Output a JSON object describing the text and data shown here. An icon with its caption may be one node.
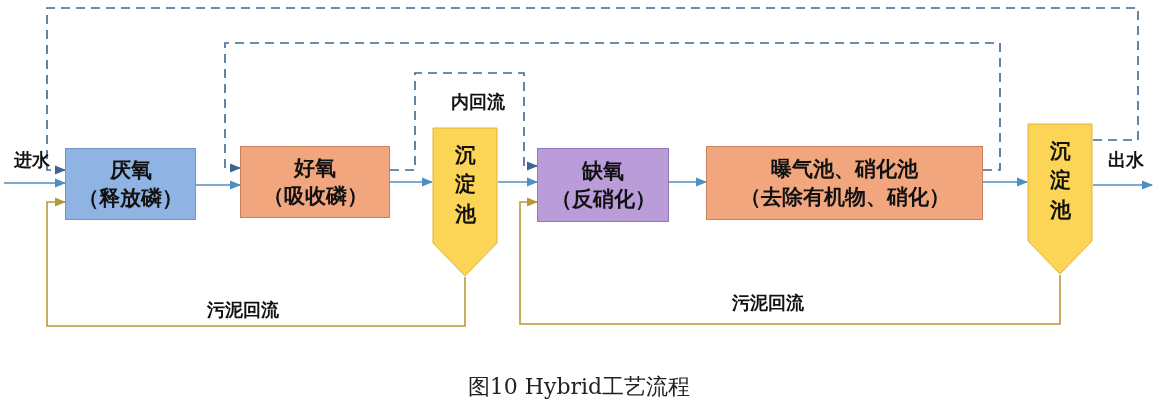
{
  "diagram": {
    "caption": "图10 Hybrid工艺流程",
    "nodes": [
      {
        "text": [
          "进水"
        ]
      },
      {
        "text": [
          "厌氧",
          "（释放磷）"
        ]
      },
      {
        "text": [
          "好氧",
          "（吸收磷）"
        ]
      },
      {
        "text": [
          "沉淀池"
        ]
      },
      {
        "text": [
          "缺氧",
          "（反硝化）"
        ]
      },
      {
        "text": [
          "曝气池、硝化池",
          "（去除有机物、硝化）"
        ]
      },
      {
        "text": [
          "沉淀池"
        ]
      },
      {
        "text": [
          "出水"
        ]
      }
    ],
    "edges": [
      {
        "from": 0,
        "to": 1,
        "arrow": "to"
      },
      {
        "from": 1,
        "to": 2,
        "arrow": "to"
      },
      {
        "from": 2,
        "to": 3,
        "arrow": "to"
      },
      {
        "from": 3,
        "to": 4,
        "arrow": "to"
      },
      {
        "from": 4,
        "to": 5,
        "arrow": "to"
      },
      {
        "from": 5,
        "to": 6,
        "arrow": "to"
      },
      {
        "from": 6,
        "to": 7,
        "arrow": "to"
      },
      {
        "from": 6,
        "to": 1,
        "arrow": "to",
        "style": "dashed",
        "color": "#3e6690"
      },
      {
        "from": 5,
        "to": 2,
        "arrow": "to",
        "style": "dashed",
        "color": "#3e6690"
      },
      {
        "from": 2,
        "to": 4,
        "arrow": "to",
        "style": "dashed",
        "color": "#3e6690",
        "label": "内回流"
      },
      {
        "from": 3,
        "to": 1,
        "arrow": "to",
        "color": "#b8993a",
        "label": "污泥回流"
      },
      {
        "from": 6,
        "to": 4,
        "arrow": "to",
        "color": "#b8993a",
        "label": "污泥回流"
      }
    ]
  }
}
